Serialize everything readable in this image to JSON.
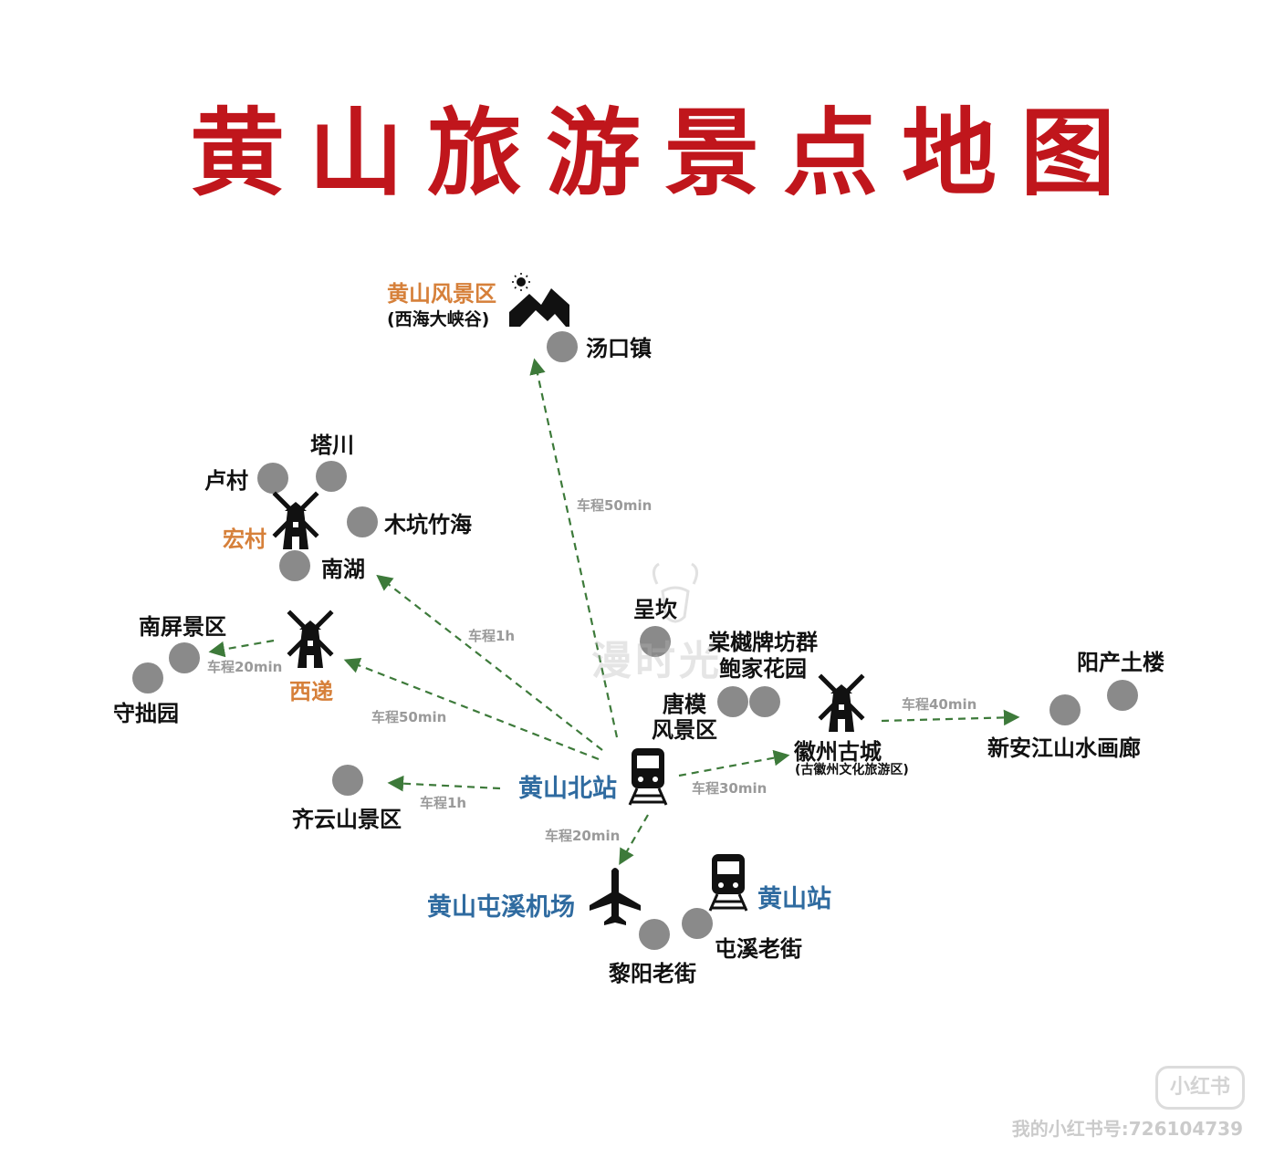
{
  "title": "黄山旅游景点地图",
  "colors": {
    "title": "#c0161c",
    "orange": "#d6803a",
    "blue": "#2f6ba0",
    "route": "#3d7a3a",
    "dot": "#8a8a8a"
  },
  "scenic_area": {
    "name": "黄山风景区",
    "sub": "(西海大峡谷)",
    "icon": "mountain-sun-icon"
  },
  "spots": {
    "tangkou": "汤口镇",
    "tachuan": "塔川",
    "lucun": "卢村",
    "mukeng": "木坑竹海",
    "hongcun": "宏村",
    "nanhu": "南湖",
    "nanping": "南屏景区",
    "xidi": "西递",
    "shouzhuo": "守拙园",
    "chengkan": "呈坎",
    "tangyue": "棠樾牌坊群",
    "baojia": "鲍家花园",
    "tangmo": "唐模\n风景区",
    "huizhou": "徽州古城",
    "huizhou_sub": "(古徽州文化旅游区)",
    "yangchan": "阳产土楼",
    "xinanjiang": "新安江山水画廊",
    "qiyun": "齐云山景区",
    "liyang": "黎阳老街",
    "tunxi": "屯溪老街"
  },
  "stations": {
    "north": "黄山北站",
    "airport": "黄山屯溪机场",
    "hs_station": "黄山站"
  },
  "travel": {
    "to_scenic": "车程50min",
    "to_hongcun": "车程1h",
    "to_xidi": "车程50min",
    "xidi_nanping": "车程20min",
    "to_qiyun": "车程1h",
    "to_huizhou": "车程30min",
    "huizhou_xinan": "车程40min",
    "to_airport": "车程20min"
  },
  "watermarks": {
    "center": "漫时光",
    "badge": "小红书",
    "account": "我的小红书号:726104739"
  }
}
